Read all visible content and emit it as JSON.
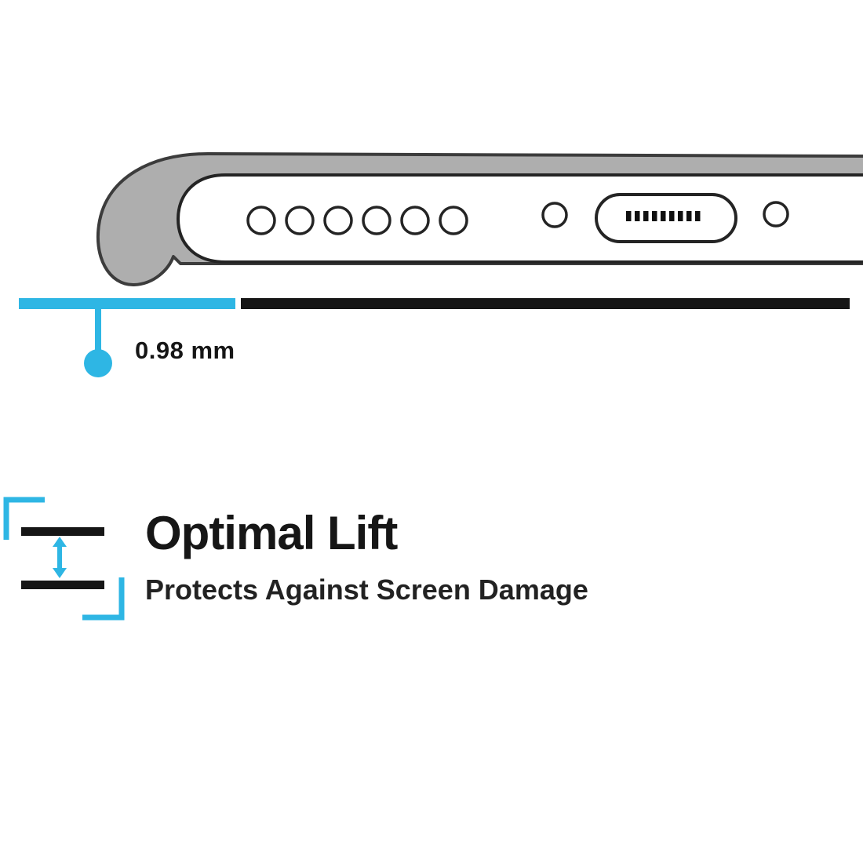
{
  "page": {
    "background": "#ffffff"
  },
  "colors": {
    "accent_cyan": "#2eb6e4",
    "ink_black": "#161616",
    "case_gray": "#aeaeae",
    "outline": "#2b2b2b"
  },
  "measurement": {
    "label": "0.98 mm"
  },
  "feature": {
    "title": "Optimal Lift",
    "subtitle": "Protects Against Screen Damage"
  },
  "icons": [
    {
      "name": "phone-bottom-illustration",
      "meaning": "side view of phone in case showing raised lip, speaker holes and charging port"
    },
    {
      "name": "lift-gap-bar",
      "meaning": "cyan bar showing lifted gap above surface"
    },
    {
      "name": "surface-bar",
      "meaning": "black bar representing flat surface"
    },
    {
      "name": "measure-dot",
      "meaning": "cyan callout dot for the 0.98 mm measurement"
    },
    {
      "name": "optimal-lift-icon",
      "meaning": "two plates with vertical double arrow and corner brackets indicating lift height"
    }
  ]
}
